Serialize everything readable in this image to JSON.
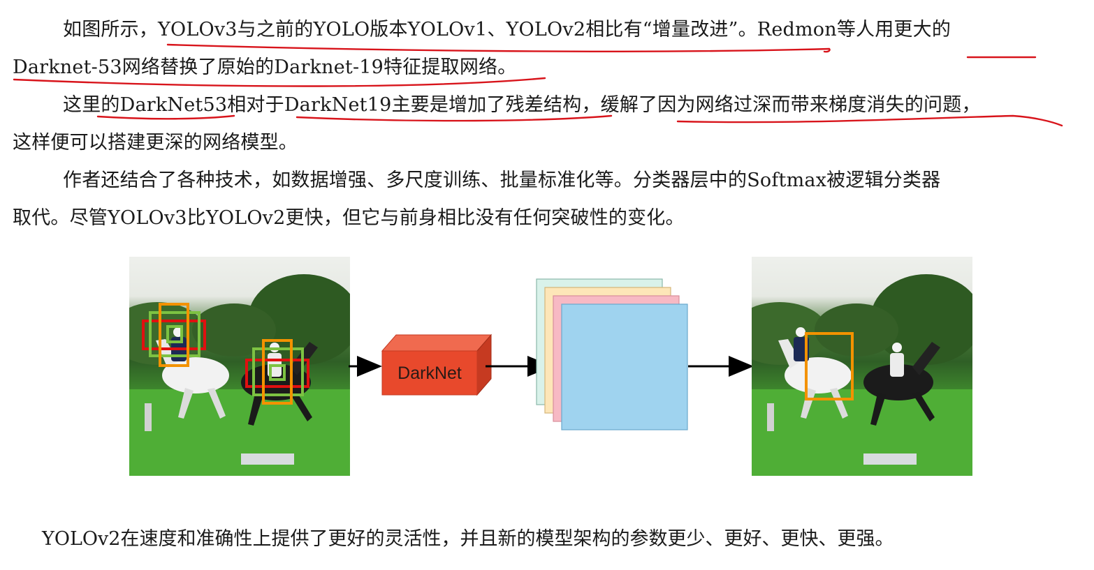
{
  "paragraphs": [
    {
      "lines": [
        "如图所示，YOLOv3与之前的YOLO版本YOLOv1、YOLOv2相比有“增量改进”。Redmon等人用更大的",
        "Darknet-53网络替换了原始的Darknet-19特征提取网络。"
      ]
    },
    {
      "lines": [
        "这里的DarkNet53相对于DarkNet19主要是增加了残差结构，缓解了因为网络过深而带来梯度消失的问题，",
        "这样便可以搭建更深的网络模型。"
      ]
    },
    {
      "lines": [
        "作者还结合了各种技术，如数据增强、多尺度训练、批量标准化等。分类器层中的Softmax被逻辑分类器",
        "取代。尽管YOLOv3比YOLOv2更快，但它与前身相比没有任何突破性的变化。"
      ]
    }
  ],
  "figure": {
    "darknet_label": "DarkNet",
    "box_colors": {
      "red": "#e01010",
      "green": "#7dc242",
      "orange": "#f39200"
    },
    "feature_map_colors": [
      "#d9f2ea",
      "#fde6b8",
      "#f7b9c4",
      "#9fd3ef"
    ],
    "block_color": "#e8492c",
    "annotation_ink": "#d8141b"
  },
  "caption": "YOLOv2在速度和准确性上提供了更好的灵活性，并且新的模型架构的参数更少、更好、更快、更强。"
}
